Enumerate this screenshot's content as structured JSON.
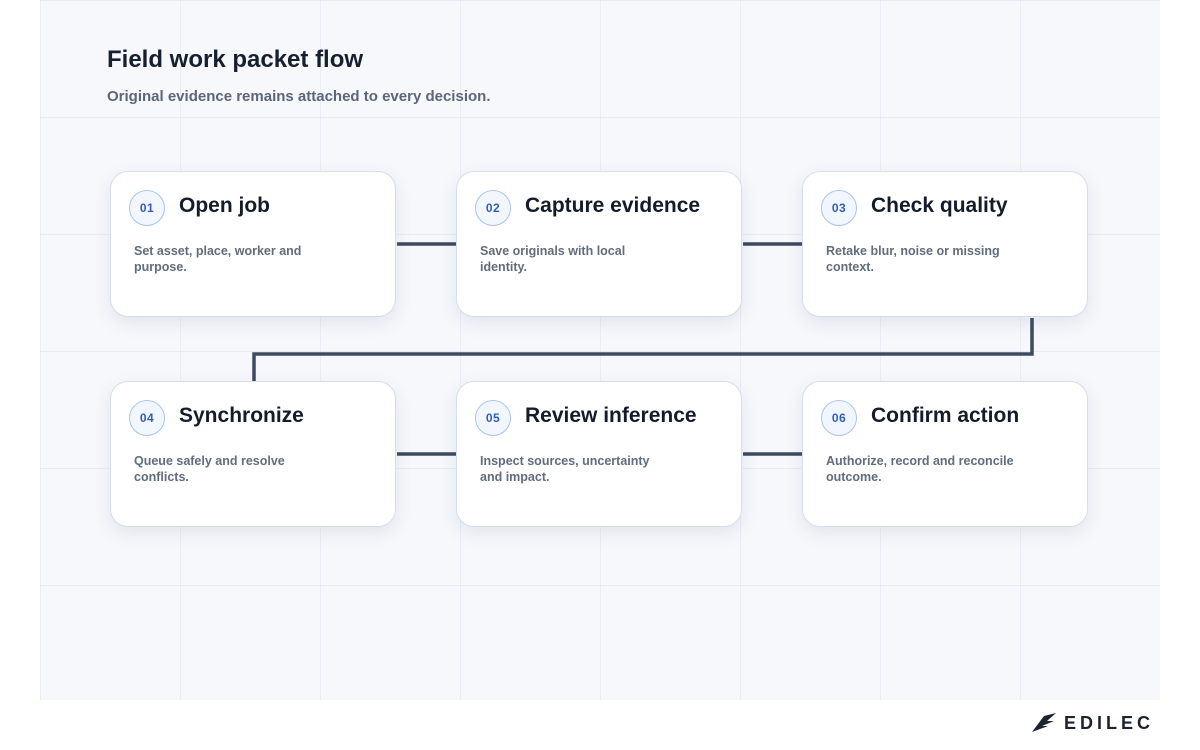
{
  "header": {
    "title": "Field work packet flow",
    "subtitle": "Original evidence remains attached to every decision."
  },
  "steps": [
    {
      "number": "01",
      "title": "Open job",
      "description": "Set asset, place, worker and purpose."
    },
    {
      "number": "02",
      "title": "Capture evidence",
      "description": "Save originals with local identity."
    },
    {
      "number": "03",
      "title": "Check quality",
      "description": "Retake blur, noise or missing context."
    },
    {
      "number": "04",
      "title": "Synchronize",
      "description": "Queue safely and resolve conflicts."
    },
    {
      "number": "05",
      "title": "Review inference",
      "description": "Inspect sources, uncertainty and impact."
    },
    {
      "number": "06",
      "title": "Confirm action",
      "description": "Authorize, record and reconcile outcome."
    }
  ],
  "brand": {
    "name": "EDILEC",
    "icon": "edilec-logo-icon"
  },
  "colors": {
    "connector": "#3d4a5f",
    "badge_text": "#2f5db8",
    "badge_border": "#aac4f0"
  }
}
